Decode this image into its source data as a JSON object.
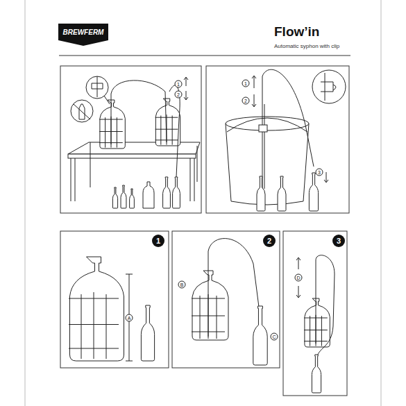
{
  "diagram": {
    "title": "Flow’in",
    "nodes": [
      {
        "text": [
          "1"
        ]
      },
      {
        "text": [
          "2"
        ]
      },
      {
        "text": [
          "3"
        ]
      }
    ],
    "labels": [
      "BREWFERM",
      "Automatic syphon with clip",
      "1",
      "2",
      "1",
      "2",
      "3",
      "A",
      "B",
      "C",
      "D"
    ]
  }
}
